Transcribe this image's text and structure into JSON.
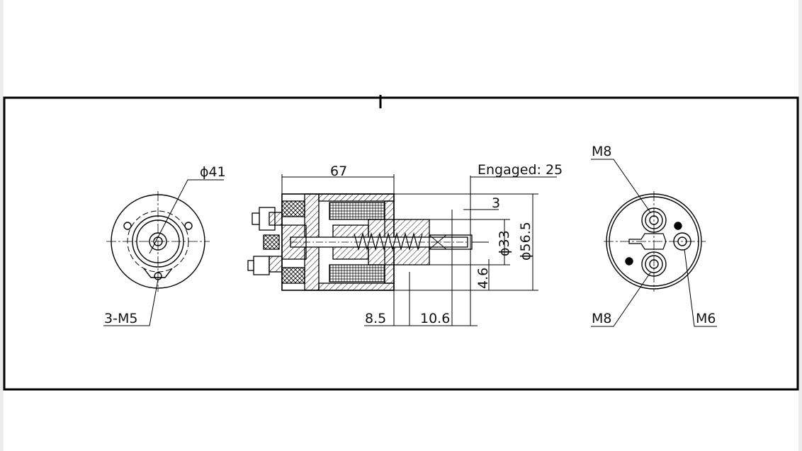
{
  "drawing": {
    "front_view": {
      "diameter_label": "ϕ41",
      "holes_label": "3-M5"
    },
    "section_view": {
      "length_label": "67",
      "engaged_label": "Engaged: 25",
      "offset_label": "3",
      "bore_label": "ϕ33",
      "outer_diameter_label": "ϕ56.5",
      "small_offset_label": "4.6",
      "dim_a_label": "8.5",
      "dim_b_label": "10.6"
    },
    "rear_view": {
      "terminal_top_label": "M8",
      "terminal_bottom_label": "M8",
      "terminal_small_label": "M6"
    },
    "colors": {
      "line": "#000000",
      "background": "#ffffff"
    }
  }
}
